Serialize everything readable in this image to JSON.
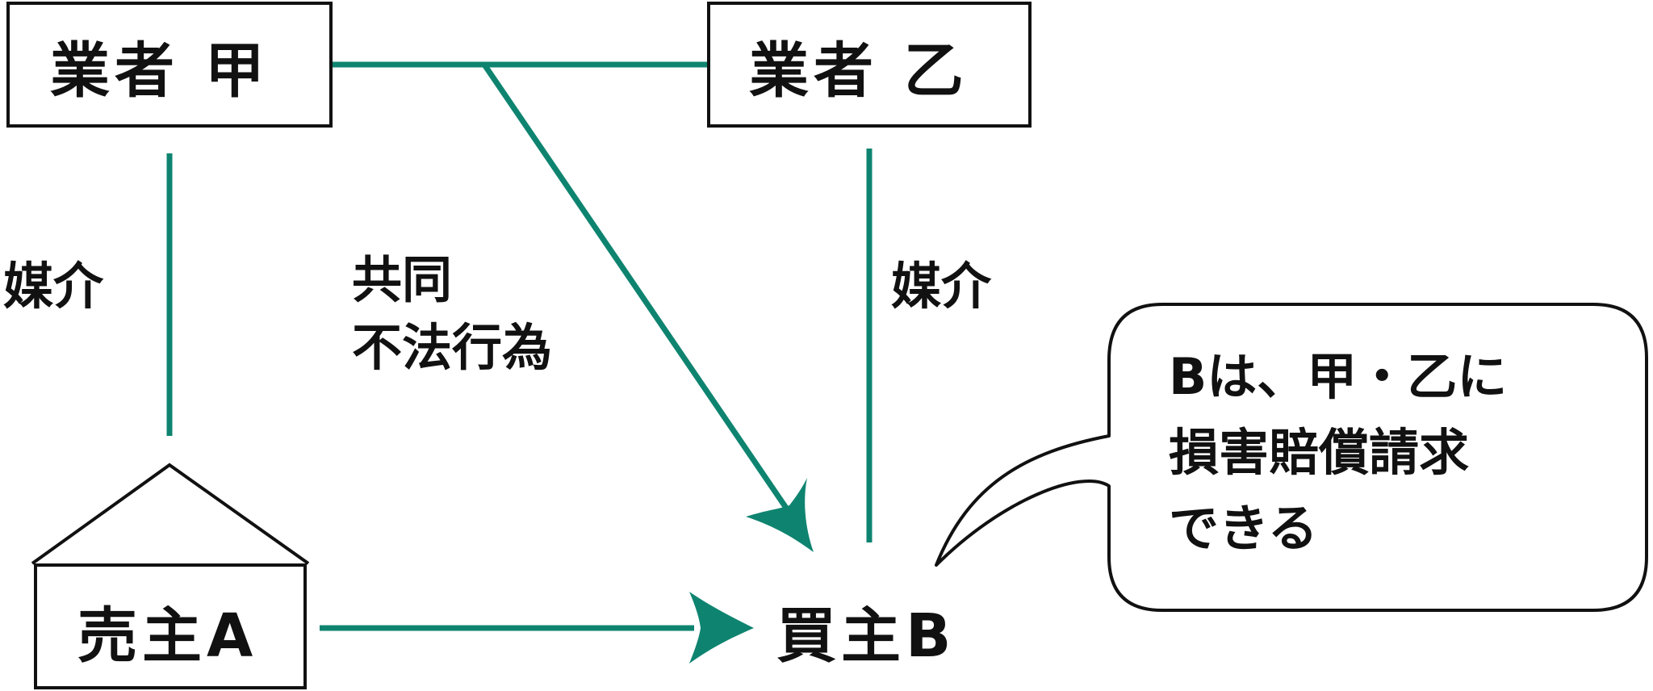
{
  "nodes": {
    "dealer_a": "業者 甲",
    "dealer_b": "業者 乙",
    "seller": "売主A",
    "buyer": "買主B"
  },
  "edges": {
    "mediation_left": "媒介",
    "mediation_right": "媒介",
    "joint_tort_line1": "共同",
    "joint_tort_line2": "不法行為"
  },
  "callout": {
    "lines": [
      "Bは、甲・乙に",
      "損害賠償請求",
      "できる"
    ]
  },
  "colors": {
    "connector": "#0e8470",
    "outline": "#111111",
    "background": "#ffffff"
  }
}
